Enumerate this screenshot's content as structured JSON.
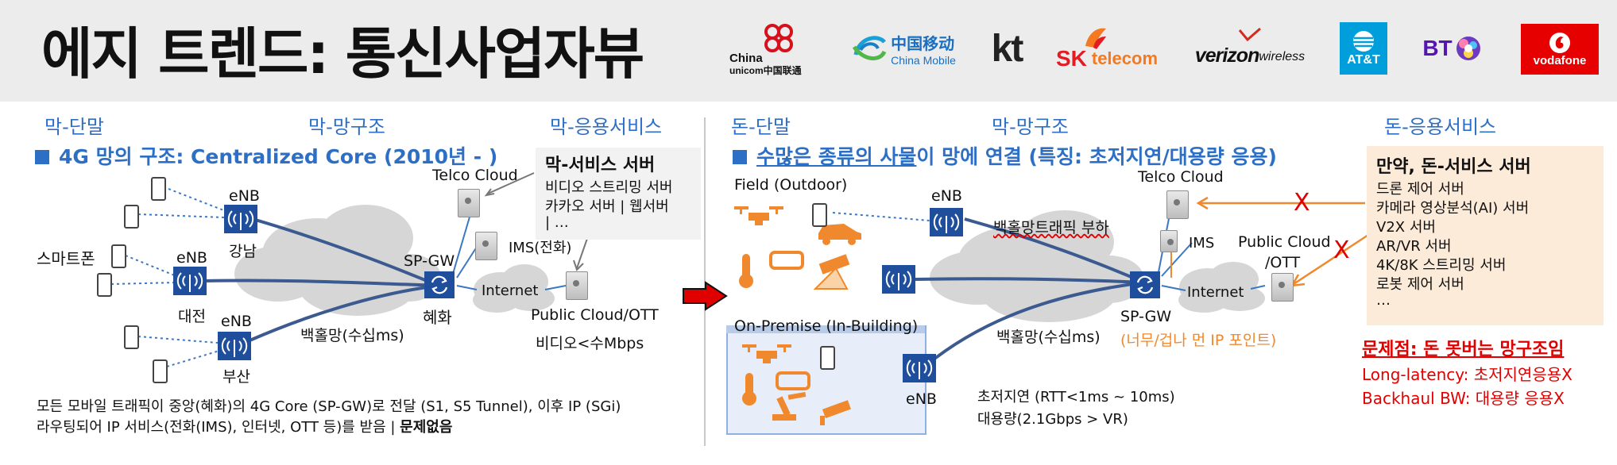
{
  "title": "에지 트렌드: 통신사업자뷰",
  "logos": {
    "china_unicom_top": "China",
    "china_unicom_bottom": "unicom中国联通",
    "china_mobile_cn": "中国移动",
    "china_mobile_en": "China Mobile",
    "kt": "kt",
    "sk_a": "SK",
    "sk_b": "telecom",
    "verizon_a": "verizon",
    "verizon_b": "wireless",
    "att": "AT&T",
    "bt": "BT",
    "vodafone": "vodafone"
  },
  "left": {
    "col1": "막-단말",
    "col2": "막-망구조",
    "col3": "막-응용서비스",
    "heading_a": "4G 망의 구조",
    "heading_b": ": Centralized Core (2010년 - )",
    "enb": "eNB",
    "gangnam": "강남",
    "daejeon": "대전",
    "busan": "부산",
    "smartphone": "스마트폰",
    "spgw": "SP-GW",
    "hyehwa": "혜화",
    "internet": "Internet",
    "telco_cloud": "Telco Cloud",
    "ims": "IMS(전화)",
    "public_cloud": "Public Cloud/OTT",
    "video_speed": "비디오<수Mbps",
    "backhaul": "백홀망(수십ms)",
    "service_title": "막-서비스 서버",
    "service_1": "비디오 스트리밍 서버",
    "service_2": "카카오 서버 | 웹서버",
    "service_3": "| …",
    "note_1": "모든 모바일 트래픽이 중앙(혜화)의 4G Core (SP-GW)로 전달 (S1, S5 Tunnel), 이후 IP (SGi)",
    "note_2a": "라우팅되어 IP 서비스(전화(IMS), 인터넷, OTT 등)를 받음 | ",
    "note_2b": "문제없음"
  },
  "right": {
    "col1": "돈-단말",
    "col2": "막-망구조",
    "col3": "돈-응용서비스",
    "heading_a": "수많은 종류의 사물",
    "heading_b": "이 망에 연결 (특징: 초저지연/대용량 응용)",
    "field": "Field (Outdoor)",
    "onprem": "On-Premise (In-Building)",
    "enb": "eNB",
    "telco_cloud": "Telco Cloud",
    "ims": "IMS",
    "public_cloud_1": "Public Cloud",
    "public_cloud_2": "/OTT",
    "internet": "Internet",
    "spgw": "SP-GW",
    "spgw_note": "(너무/겁나 먼 IP 포인트)",
    "backhaul_load": "백홀망트래픽 부하",
    "backhaul": "백홀망(수십ms)",
    "latency": "초저지연 (RTT<1ms ~ 10ms)",
    "capacity": "대용량(2.1Gbps > VR)",
    "x_mark": "X",
    "service_title": "만약, 돈-서비스 서버",
    "services": [
      "드론 제어 서버",
      "카메라 영상분석(AI) 서버",
      "V2X 서버",
      "AR/VR 서버",
      "4K/8K 스트리밍 서버",
      "로봇 제어 서버",
      "…"
    ],
    "problem_title": "문제점: 돈 못버는 망구조임",
    "problem_1": "Long-latency: 초저지연응용X",
    "problem_2": "Backhaul BW: 대용량 응용X"
  }
}
